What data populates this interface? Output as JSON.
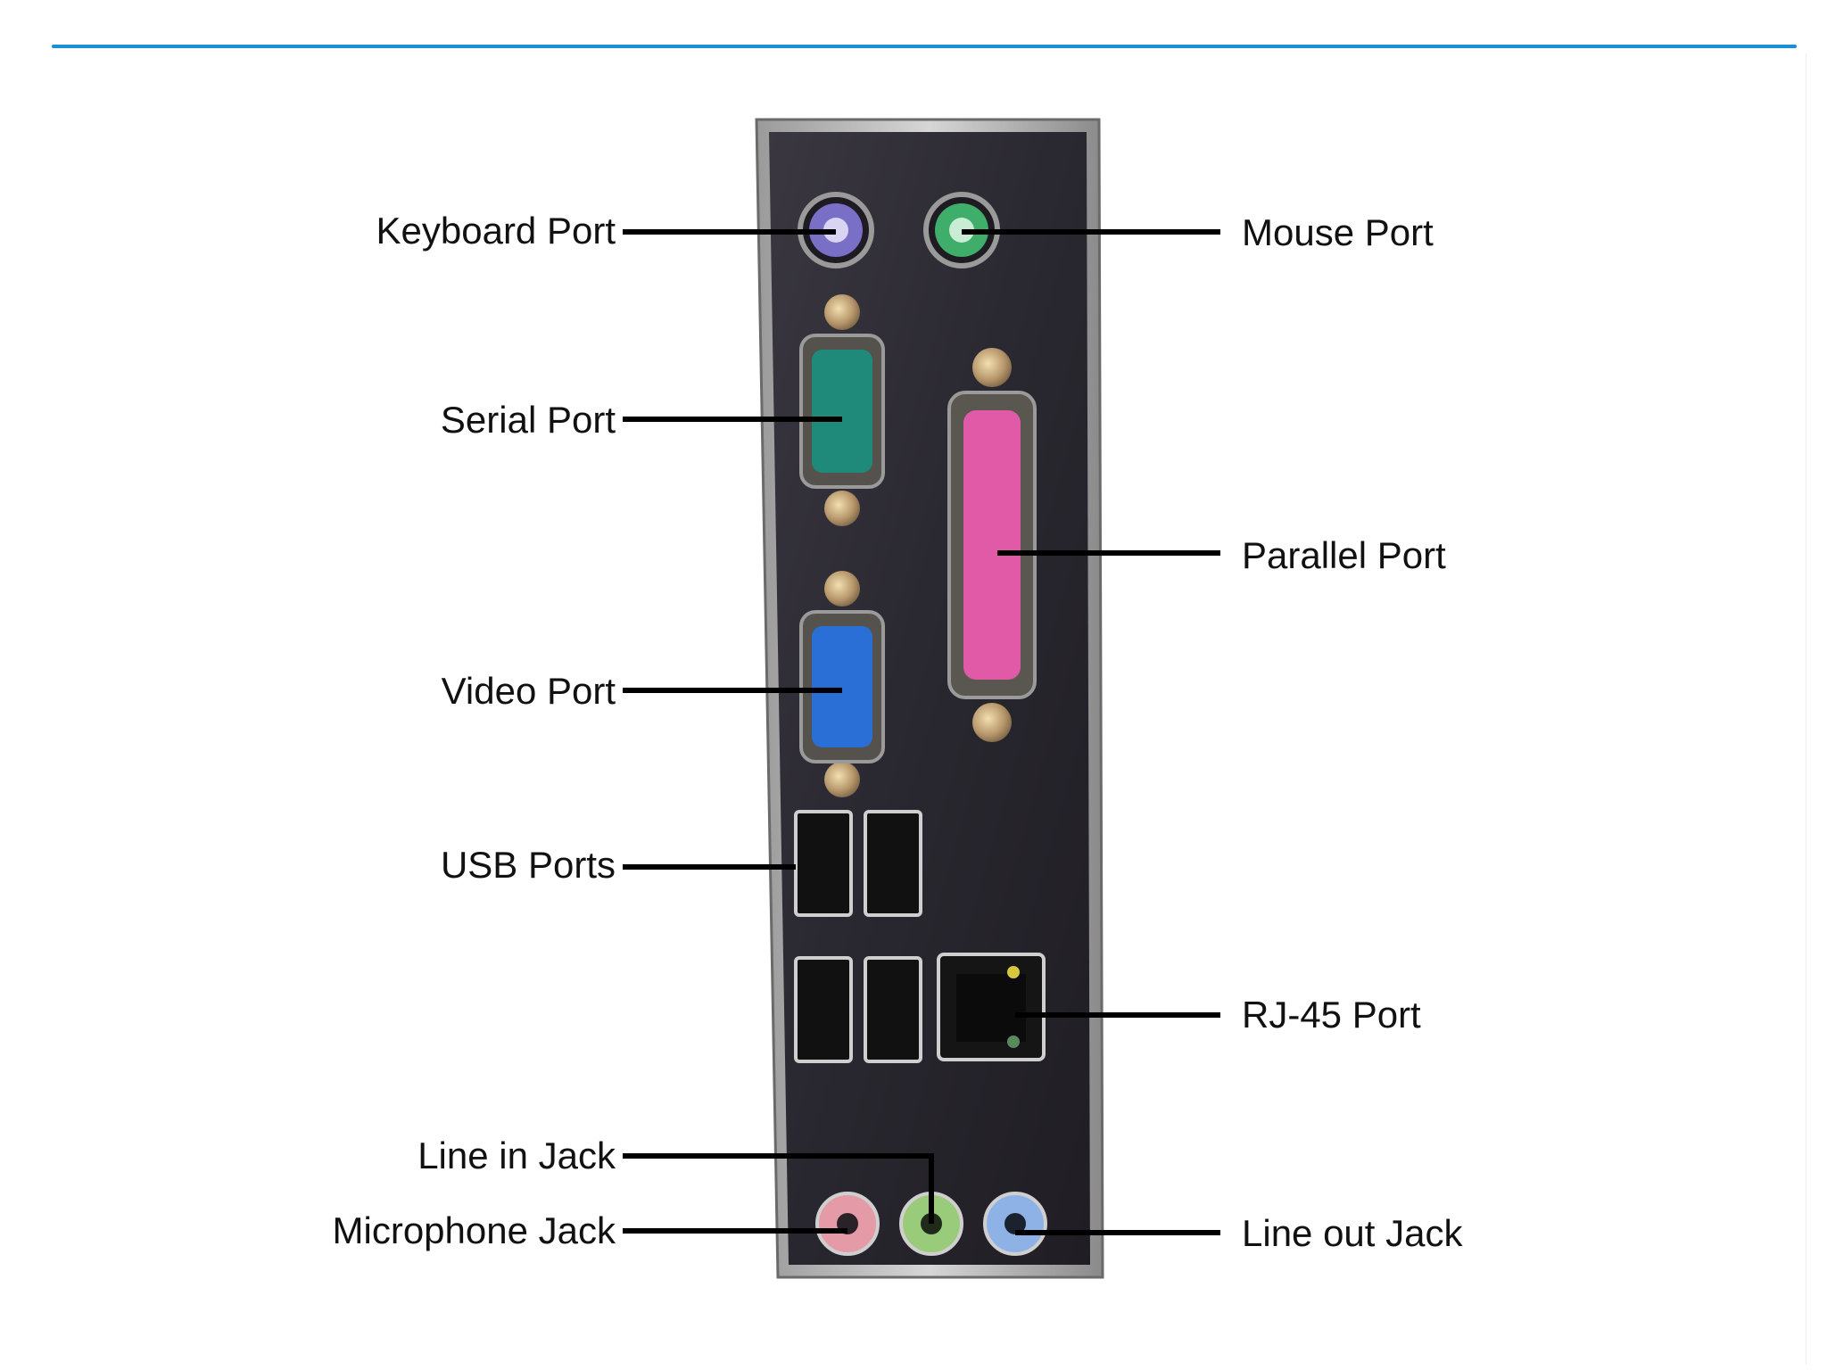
{
  "labels": {
    "keyboard": "Keyboard Port",
    "mouse": "Mouse Port",
    "serial": "Serial Port",
    "parallel": "Parallel Port",
    "video": "Video Port",
    "usb": "USB Ports",
    "rj45": "RJ-45 Port",
    "line_in": "Line in Jack",
    "microphone": "Microphone Jack",
    "line_out": "Line out Jack"
  },
  "colors": {
    "accent_rule": "#1a8fd9",
    "keyboard_port": "#7a6fc6",
    "mouse_port": "#3fae6a",
    "serial_port": "#1f8a7a",
    "parallel_port": "#e05aa8",
    "video_port": "#2a6fd6",
    "mic_jack": "#e59aa8",
    "line_in_jack": "#9acb7a",
    "line_out_jack": "#8fb2e6"
  }
}
